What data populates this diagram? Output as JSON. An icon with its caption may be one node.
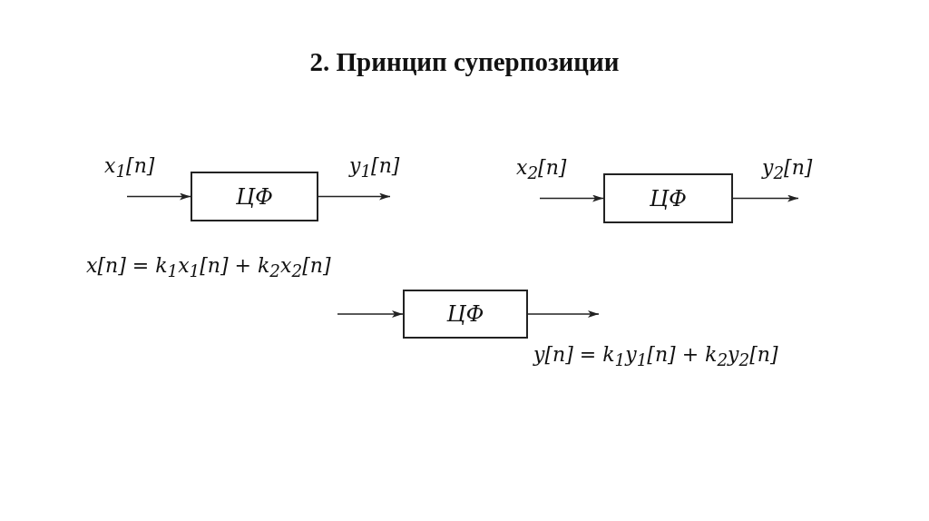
{
  "diagram": {
    "title": "2. Принцип суперпозиции",
    "nodes": [
      {
        "text": [
          "ЦФ"
        ]
      },
      {
        "text": [
          "ЦФ"
        ]
      },
      {
        "text": [
          "ЦФ"
        ]
      }
    ],
    "edges": [
      {
        "from": null,
        "to": 0,
        "arrow": "to",
        "label": "x$_{1}$[n]"
      },
      {
        "from": 0,
        "to": null,
        "arrow": "to",
        "label": "y$_{1}$[n]"
      },
      {
        "from": null,
        "to": 1,
        "arrow": "to",
        "label": "x$_{2}$[n]"
      },
      {
        "from": 1,
        "to": null,
        "arrow": "to",
        "label": "y$_{2}$[n]"
      },
      {
        "from": null,
        "to": 2,
        "arrow": "to",
        "label": "x[n] = k$_{1}$x$_{1}$[n] + k$_{2}$x$_{2}$[n]"
      },
      {
        "from": 2,
        "to": null,
        "arrow": "to",
        "label": "y[n] = k$_{1}$y$_{1}$[n] + k$_{2}$y$_{2}$[n]"
      }
    ]
  }
}
